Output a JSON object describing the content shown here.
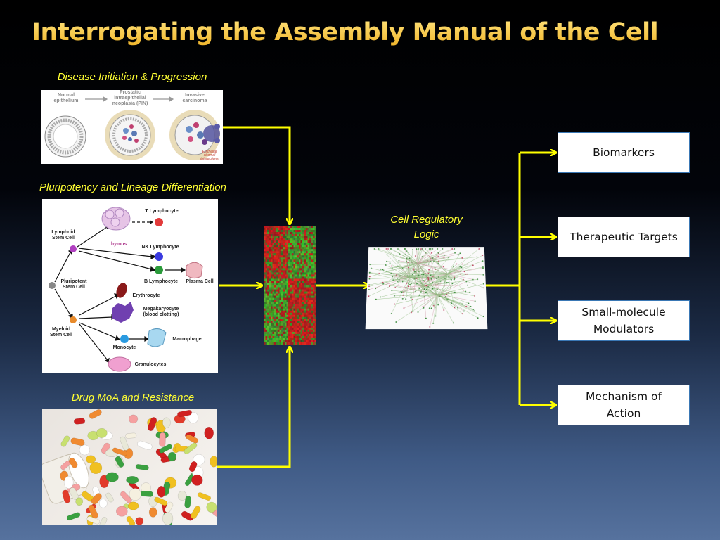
{
  "title": "Interrogating the Assembly Manual of the Cell",
  "inputs": {
    "disease": {
      "caption": "Disease Initiation & Progression",
      "stages": [
        "Normal\nepithelium",
        "Prostatic\nintraepithelial\nneoplasia (PIN)",
        "Invasive\ncarcinoma"
      ],
      "note": "Epithelial\nstromal\ninteractions"
    },
    "pluripotency": {
      "caption": "Pluripotency and Lineage Differentiation",
      "labels": {
        "lymphoid": "Lymphoid\nStem Cell",
        "pluripotent": "Pluripotent\nStem Cell",
        "myeloid": "Myeloid\nStem Cell",
        "thymus": "thymus",
        "t_lymph": "T Lymphocyte",
        "nk_lymph": "NK Lymphocyte",
        "b_lymph": "B Lymphocyte",
        "plasma": "Plasma Cell",
        "erythrocyte": "Erythrocyte",
        "megakaryocyte": "Megakaryocyte\n(blood clotting)",
        "monocyte": "Monocyte",
        "macrophage": "Macrophage",
        "granulocytes": "Granulocytes"
      }
    },
    "drug": {
      "caption": "Drug MoA and Resistance"
    }
  },
  "center": {
    "network_caption": "Cell Regulatory\nLogic"
  },
  "outputs": [
    "Biomarkers",
    "Therapeutic Targets",
    "Small-molecule\nModulators",
    "Mechanism of\nAction"
  ],
  "colors": {
    "title": "#f5c542",
    "caption": "#ffff33",
    "connector": "#ffff00",
    "box_border": "#3a78b5"
  }
}
